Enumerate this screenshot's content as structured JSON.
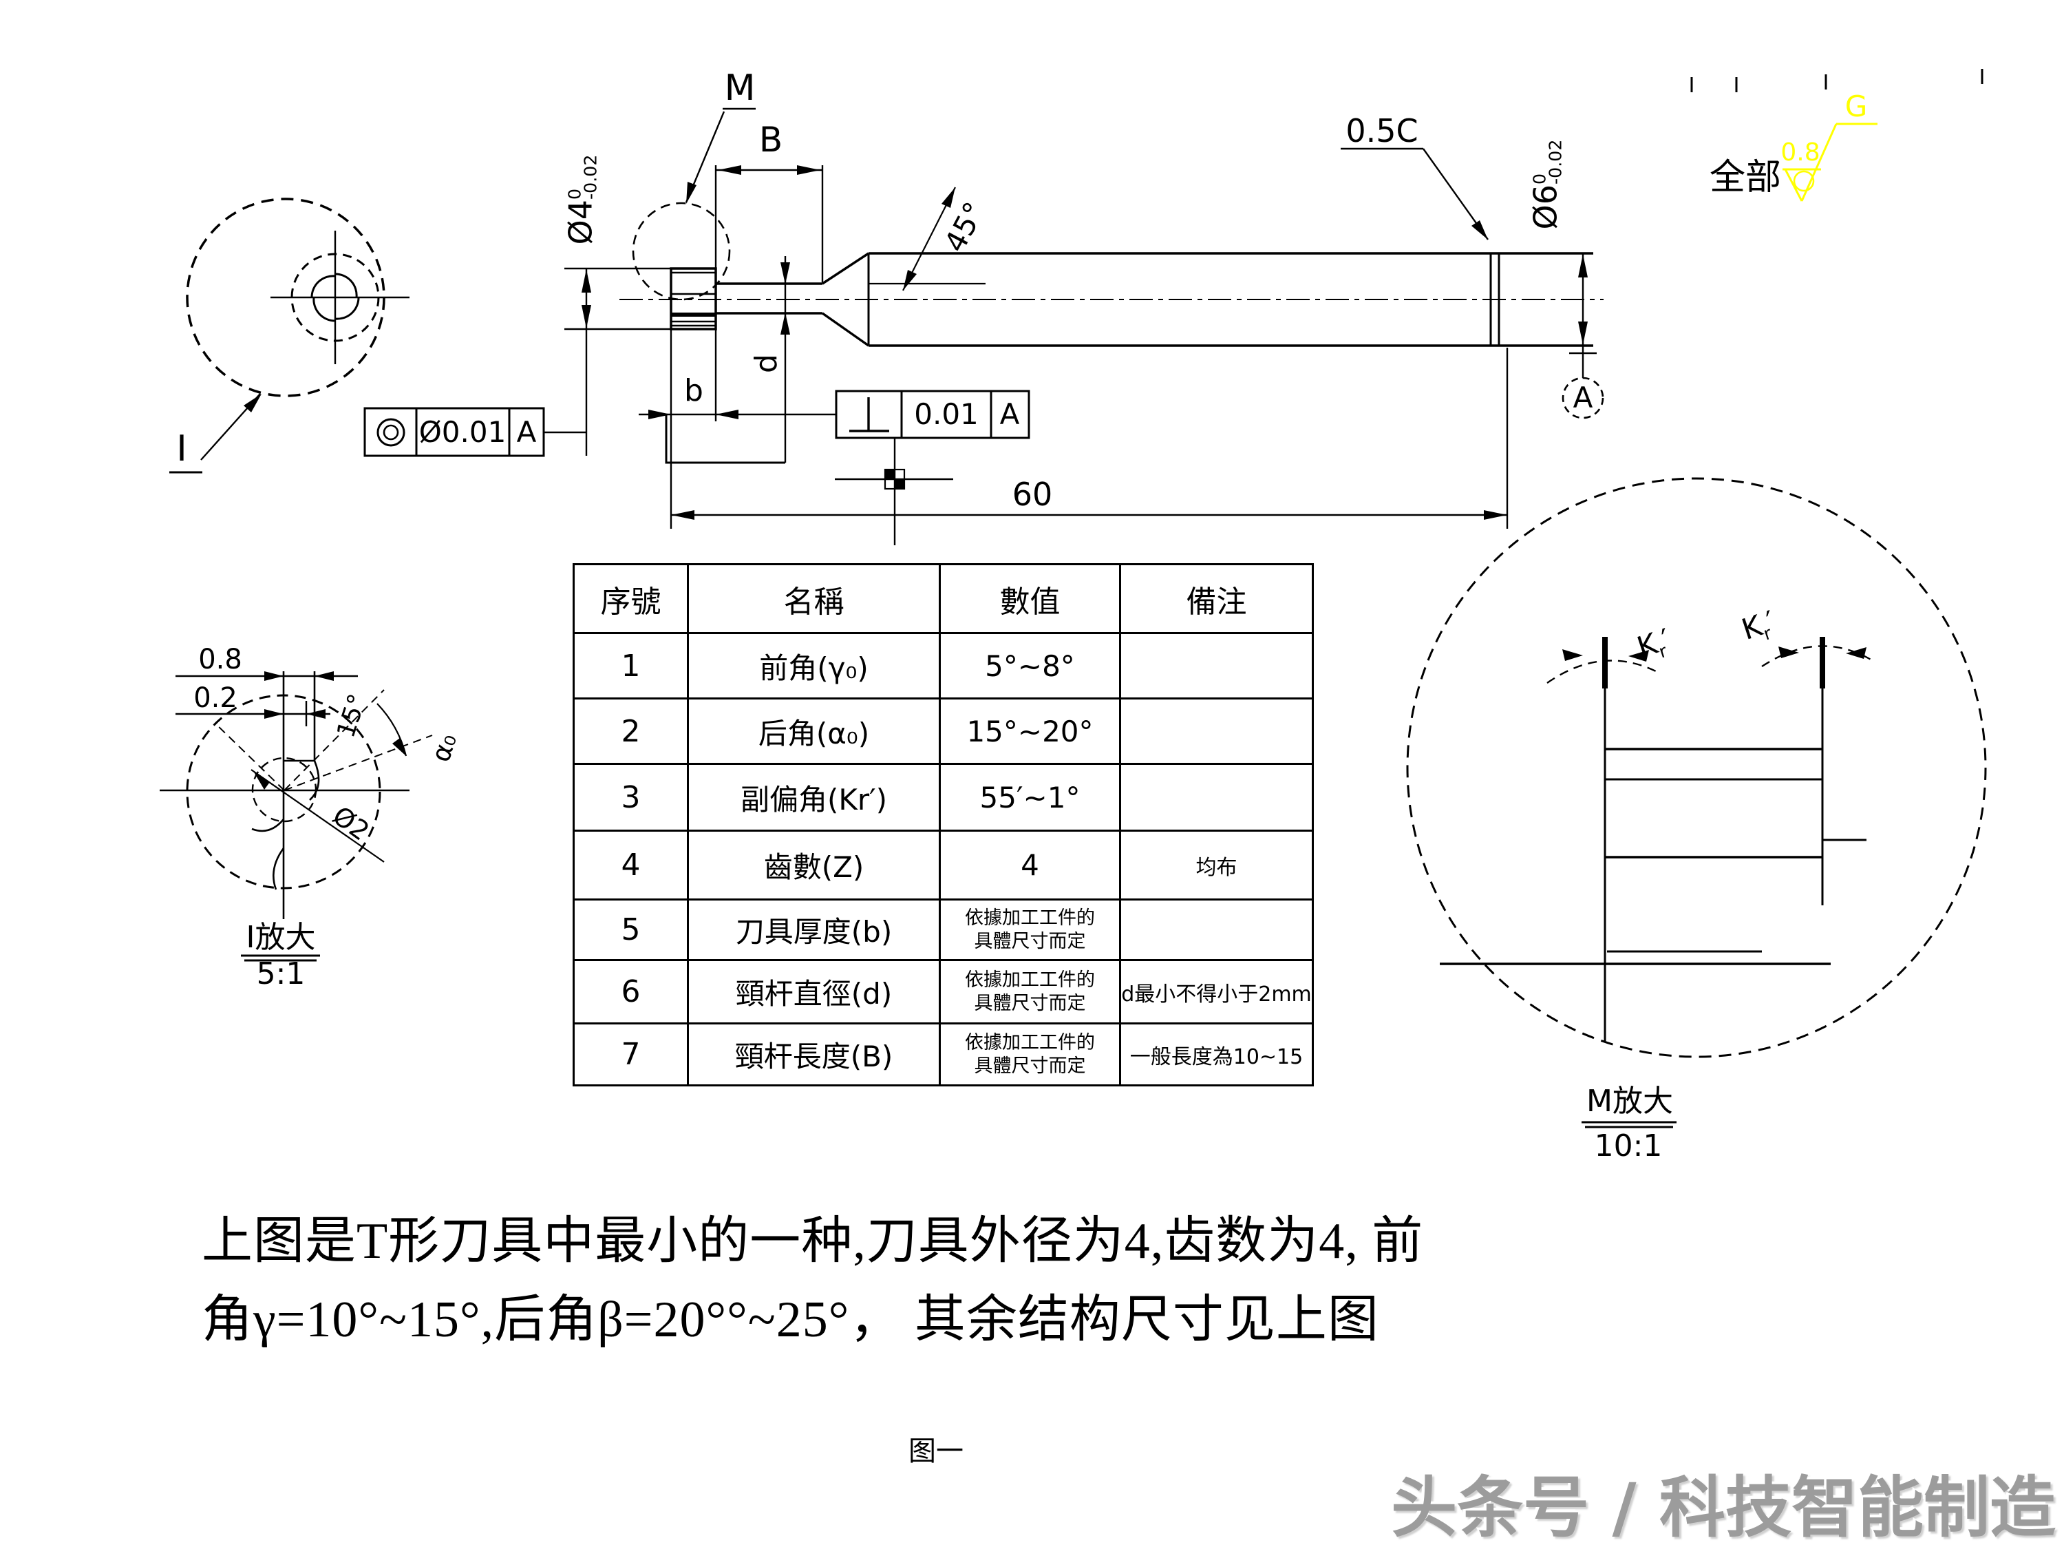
{
  "colors": {
    "line": "#000000",
    "highlight_yellow": "#ffff00",
    "watermark_gray": "#9c9c9c"
  },
  "drawing": {
    "detail_marker_m": "M",
    "detail_marker_i": "I",
    "dim_B": "B",
    "dim_b": "b",
    "dim_d": "d",
    "dim_60": "60",
    "chamfer": "0.5C",
    "angle_45": "45°",
    "phi4": {
      "base": "Ø4",
      "upper": "0",
      "lower": "-0.02"
    },
    "phi6": {
      "base": "Ø6",
      "upper": "0",
      "lower": "-0.02"
    },
    "datum_a": "A",
    "frame_concentricity": {
      "symbol": "concentricity-icon",
      "value": "Ø0.01",
      "datum": "A"
    },
    "frame_perpendicularity": {
      "symbol": "perpendicularity-icon",
      "value": "0.01",
      "datum": "A"
    },
    "surface_finish": {
      "scope": "全部",
      "value": "0.8",
      "grade": "G"
    },
    "detail_i": {
      "dim_08": "0.8",
      "dim_02": "0.2",
      "angle_15": "15°",
      "alpha": "α₀",
      "phi2": "Ø2",
      "caption": "I放大",
      "scale": "5:1"
    },
    "detail_m": {
      "kr_base": "K",
      "kr_sub": "r",
      "kr_prime": "′",
      "caption": "M放大",
      "scale": "10:1"
    }
  },
  "table": {
    "headers": [
      "序號",
      "名稱",
      "數值",
      "備注"
    ],
    "rows": [
      {
        "no": "1",
        "name": "前角(γ₀)",
        "value": "5°~8°",
        "note": "",
        "small": false
      },
      {
        "no": "2",
        "name": "后角(α₀)",
        "value": "15°~20°",
        "note": "",
        "small": false
      },
      {
        "no": "3",
        "name": "副偏角(Kr′)",
        "value": "55′~1°",
        "note": "",
        "small": false
      },
      {
        "no": "4",
        "name": "齒數(Z)",
        "value": "4",
        "note": "均布",
        "small": false
      },
      {
        "no": "5",
        "name": "刀具厚度(b)",
        "value": "依據加工工件的\n具體尺寸而定",
        "note": "",
        "small": true
      },
      {
        "no": "6",
        "name": "頸杆直徑(d)",
        "value": "依據加工工件的\n具體尺寸而定",
        "note": "d最小不得小于2mm",
        "small": true
      },
      {
        "no": "7",
        "name": "頸杆長度(B)",
        "value": "依據加工工件的\n具體尺寸而定",
        "note": "一般長度為10~15",
        "small": true
      }
    ]
  },
  "figure_caption": "图一",
  "paragraph": {
    "line1": "上图是T形刀具中最小的一种,刀具外径为4,齿数为4, 前",
    "line2": "角γ=10°~15°,后角β=20°°~25°， 其余结构尺寸见上图"
  },
  "watermark": "头条号 / 科技智能制造"
}
